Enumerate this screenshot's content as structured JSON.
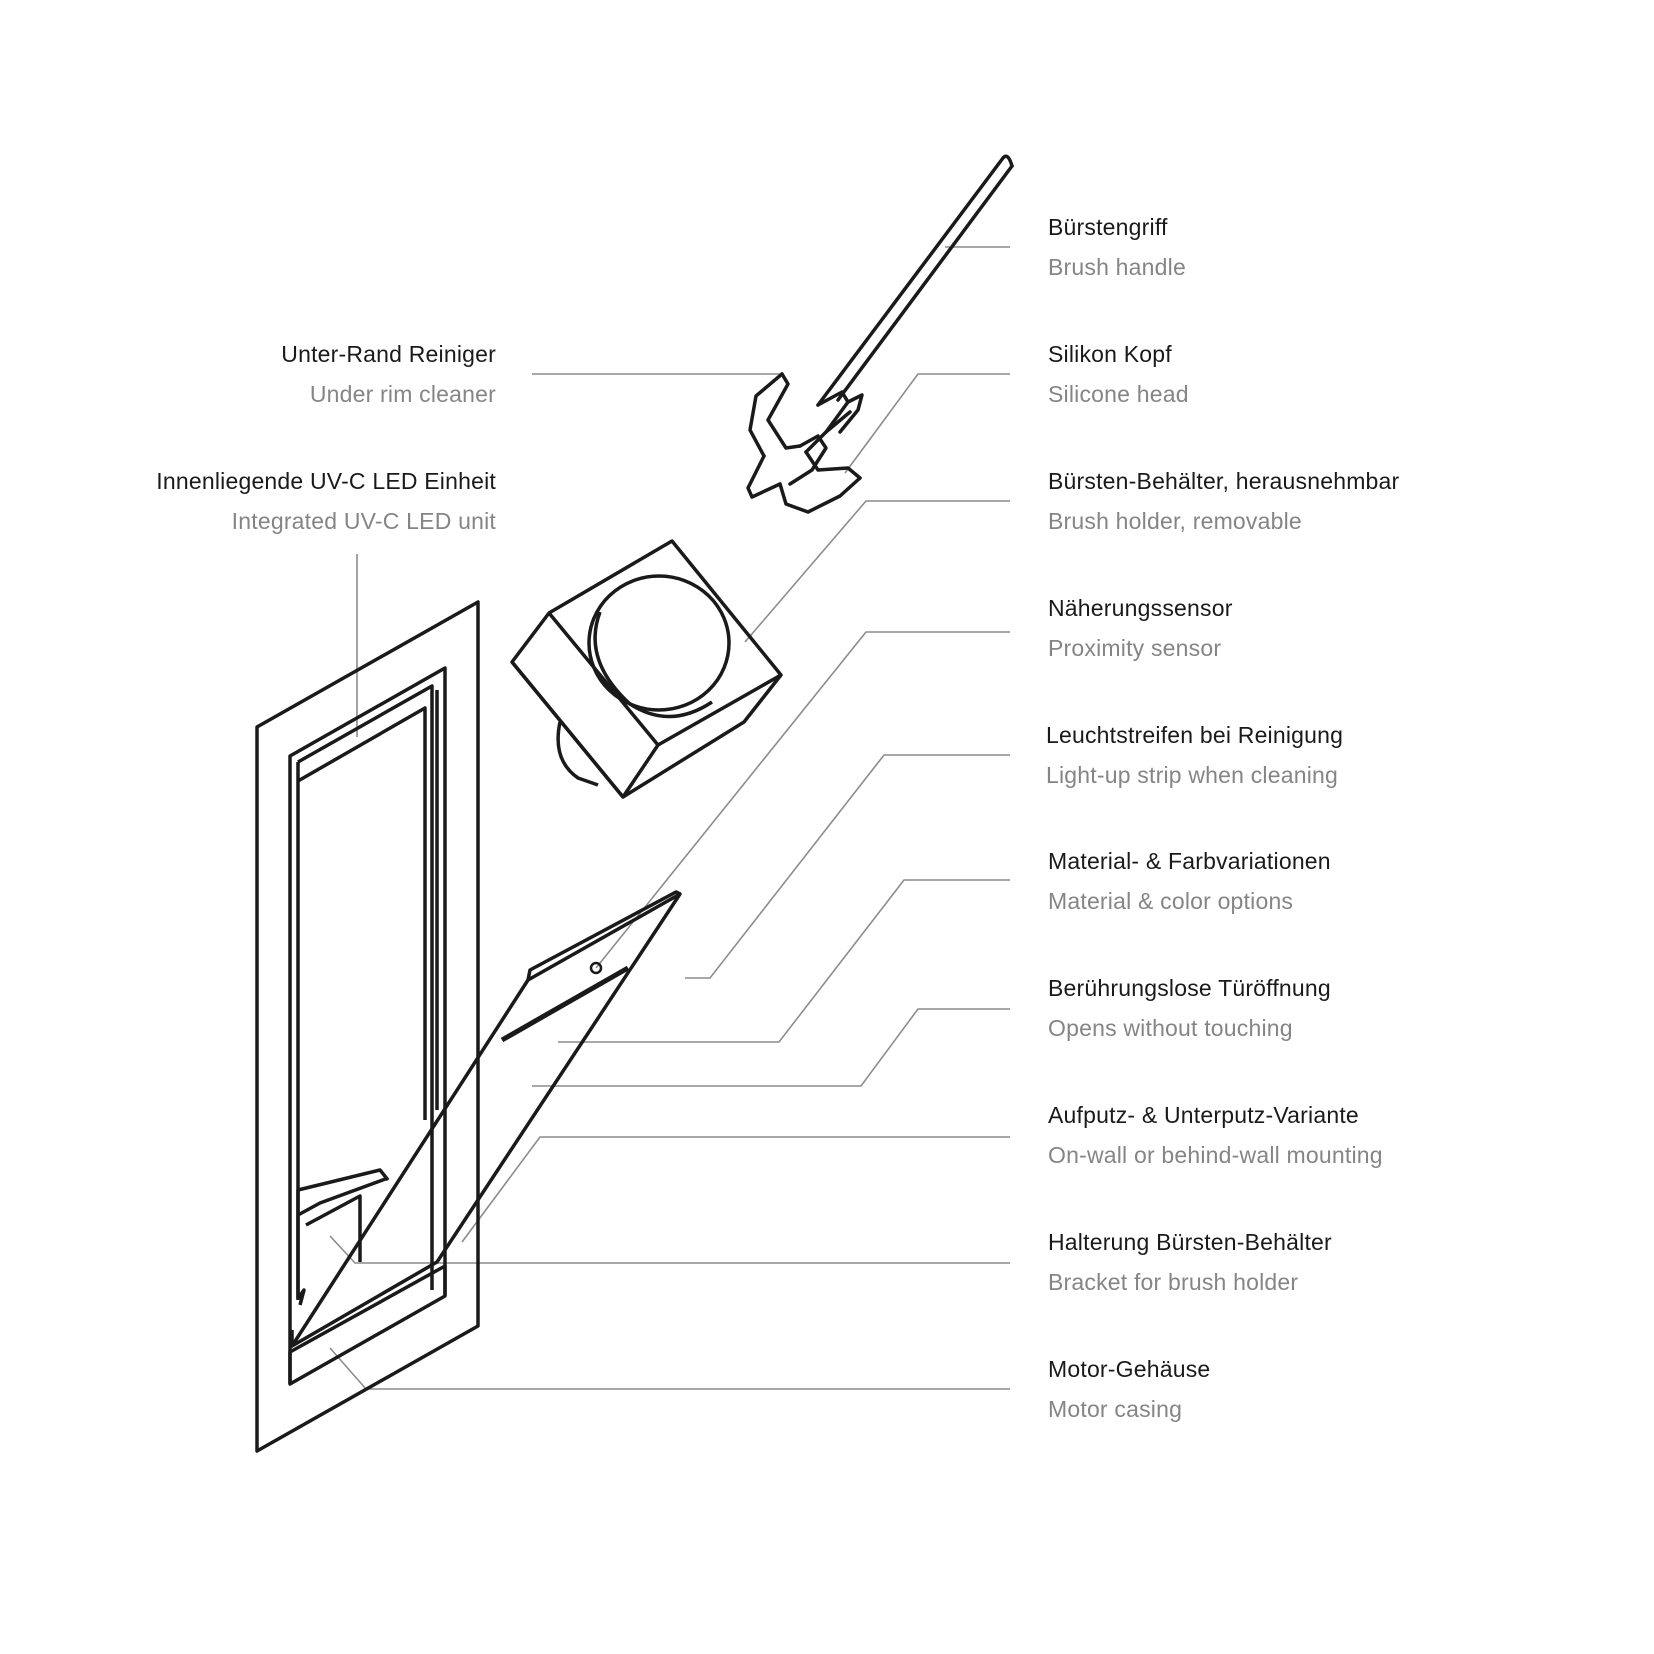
{
  "colors": {
    "primary_text": "#1a1a1a",
    "secondary_text": "#858585",
    "leader_line": "#8c8c8c",
    "outline": "#1a1a1a"
  },
  "labels": {
    "brush_handle": {
      "de": "Bürstengriff",
      "en": "Brush handle"
    },
    "silicone_head": {
      "de": "Silikon Kopf",
      "en": "Silicone head"
    },
    "brush_holder": {
      "de": "Bürsten-Behälter, herausnehmbar",
      "en": "Brush holder, removable"
    },
    "proximity_sensor": {
      "de": "Näherungssensor",
      "en": "Proximity sensor"
    },
    "light_strip": {
      "de": "Leuchtstreifen bei Reinigung",
      "en": "Light-up strip when cleaning"
    },
    "material_color": {
      "de": "Material- & Farbvariationen",
      "en": "Material & color options"
    },
    "touchless_door": {
      "de": "Berührungslose Türöffnung",
      "en": "Opens without touching"
    },
    "mounting": {
      "de": "Aufputz- & Unterputz-Variante",
      "en": "On-wall or behind-wall mounting"
    },
    "bracket": {
      "de": "Halterung Bürsten-Behälter",
      "en": "Bracket for brush holder"
    },
    "motor": {
      "de": "Motor-Gehäuse",
      "en": "Motor casing"
    },
    "under_rim": {
      "de": "Unter-Rand Reiniger",
      "en": "Under rim cleaner"
    },
    "uvc_led": {
      "de": "Innenliegende UV-C LED Einheit",
      "en": "Integrated UV-C LED unit"
    }
  }
}
